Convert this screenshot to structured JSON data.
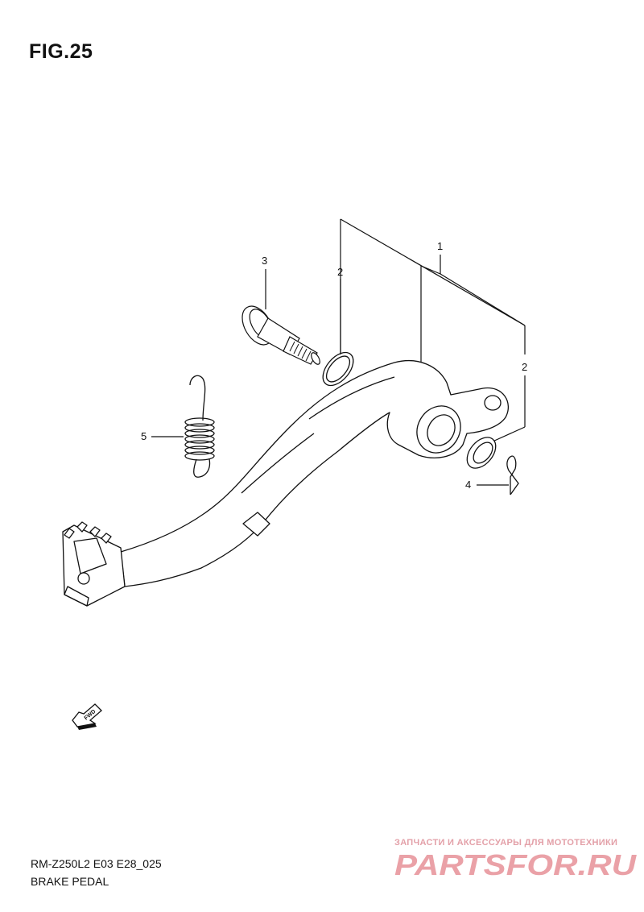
{
  "figure": {
    "title": "FIG.25"
  },
  "callouts": {
    "c1": "1",
    "c2a": "2",
    "c2b": "2",
    "c3": "3",
    "c4": "4",
    "c5": "5"
  },
  "fwd_label": "FWD",
  "footer": {
    "code": "RM-Z250L2 E03 E28_025",
    "name": "BRAKE PEDAL"
  },
  "watermark": {
    "tagline": "ЗАПЧАСТИ И АКСЕССУАРЫ ДЛЯ МОТОТЕХНИКИ",
    "logo": "PARTSFOR.RU",
    "color": "#d9535f"
  },
  "icons": {
    "fwd": "fwd-arrow-icon"
  }
}
